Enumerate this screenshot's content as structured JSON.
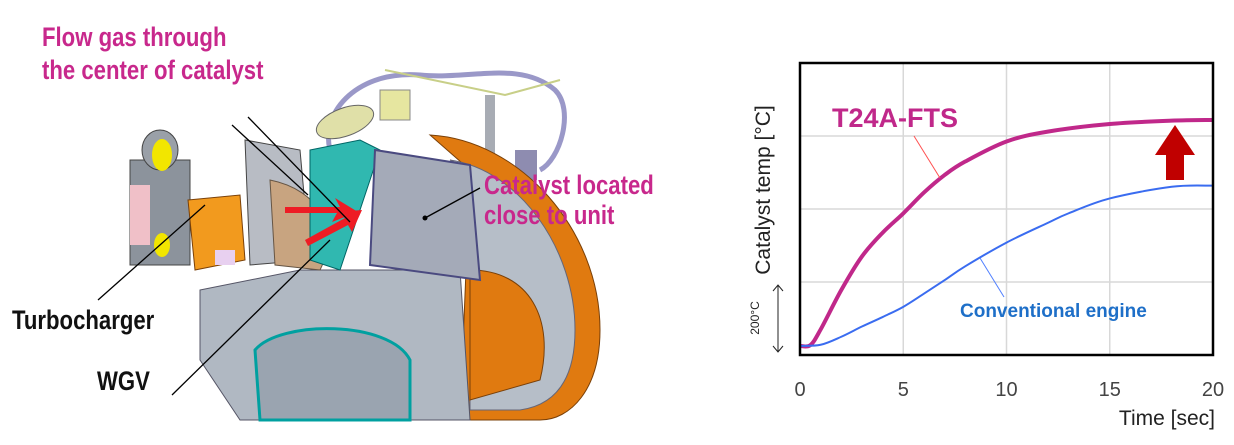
{
  "diagram": {
    "labels": {
      "flow_line1": "Flow gas through",
      "flow_line2": "the center of catalyst",
      "catalyst_line1": "Catalyst located",
      "catalyst_line2": "close to unit",
      "turbocharger": "Turbocharger",
      "wgv": "WGV"
    },
    "colors": {
      "callout": "#c8288c",
      "flow_arrow": "#ee1c24",
      "housing": "#e07a10",
      "body": "#a9b2bd",
      "catalyst": "#a4aab8"
    }
  },
  "chart_data": {
    "type": "line",
    "title": "",
    "xlabel": "Time [sec]",
    "ylabel": "Catalyst temp [°C]",
    "xlim": [
      0,
      20
    ],
    "ylim": [
      0,
      800
    ],
    "xticks": [
      "0",
      "5",
      "10",
      "15",
      "20"
    ],
    "y_gridlines": [
      200,
      400,
      600
    ],
    "grid": true,
    "scale_annotation": "200°C",
    "series": [
      {
        "name": "T24A-FTS",
        "color": "#c0288a",
        "x": [
          0,
          0.5,
          1,
          2,
          3,
          4,
          5,
          6,
          7,
          8,
          10,
          12,
          15,
          18,
          20
        ],
        "y": [
          25,
          27,
          70,
          178,
          270,
          335,
          388,
          445,
          493,
          530,
          585,
          612,
          633,
          642,
          644
        ]
      },
      {
        "name": "Conventional engine",
        "color": "#3a6cf0",
        "x": [
          0,
          1,
          2,
          3,
          4,
          5,
          6,
          7,
          8,
          10,
          12,
          13,
          15,
          18,
          20
        ],
        "y": [
          25,
          28,
          50,
          78,
          104,
          132,
          168,
          205,
          243,
          308,
          362,
          388,
          429,
          461,
          464
        ]
      }
    ],
    "annotations": [
      "T24A-FTS",
      "Conventional engine"
    ],
    "highlight": {
      "type": "up-arrow",
      "color": "#c00000"
    }
  }
}
